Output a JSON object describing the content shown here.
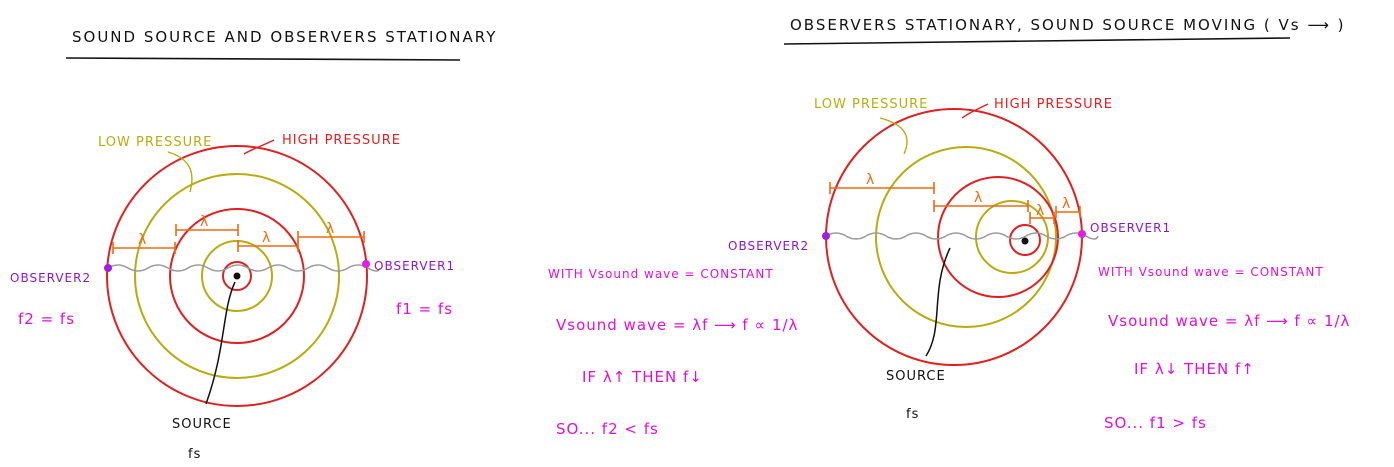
{
  "colors": {
    "high_pressure": "#e02020",
    "low_pressure": "#b8ac10",
    "wavelength": "#ee6a10",
    "observer": "#8a18c8",
    "equations": "#e010d8",
    "wave_line": "#9a9a9a",
    "ink": "#111111"
  },
  "left": {
    "title": "SOUND SOURCE AND OBSERVERS STATIONARY",
    "low_pressure_label": "LOW PRESSURE",
    "high_pressure_label": "HIGH PRESSURE",
    "wavelength_symbol": "λ",
    "observer1_label": "OBSERVER1",
    "observer2_label": "OBSERVER2",
    "observer1_freq": "f1 = fs",
    "observer2_freq": "f2 = fs",
    "source_label": "SOURCE",
    "source_freq": "fs"
  },
  "right": {
    "title": "OBSERVERS STATIONARY, SOUND SOURCE MOVING ( Vs ⟶ )",
    "low_pressure_label": "LOW PRESSURE",
    "high_pressure_label": "HIGH PRESSURE",
    "wavelength_symbol": "λ",
    "observer1_label": "OBSERVER1",
    "observer2_label": "OBSERVER2",
    "source_label": "SOURCE",
    "source_freq": "fs",
    "left_notes": {
      "line1": "WITH Vsound wave = CONSTANT",
      "line2": "Vsound wave = λf ⟶ f ∝ 1/λ",
      "line3": "IF λ↑  THEN f↓",
      "line4": "SO...  f2 < fs"
    },
    "right_notes": {
      "line1": "WITH Vsound wave = CONSTANT",
      "line2": "Vsound wave = λf ⟶ f ∝ 1/λ",
      "line3": "IF λ↓  THEN f↑",
      "line4": "SO...  f1 > fs"
    }
  }
}
